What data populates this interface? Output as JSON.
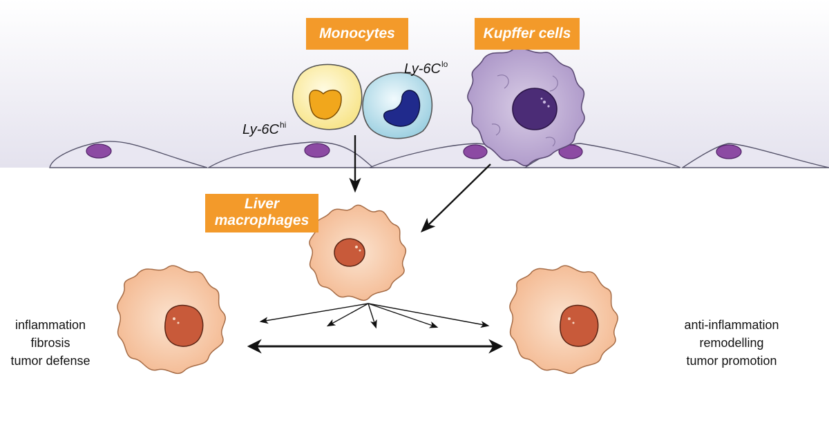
{
  "labels": {
    "monocytes": "Monocytes",
    "kupffer": "Kupffer cells",
    "liver_line1": "Liver",
    "liver_line2": "macrophages"
  },
  "subsets": {
    "hi_base": "Ly-6C",
    "hi_sup": "hi",
    "lo_base": "Ly-6C",
    "lo_sup": "lo"
  },
  "left_functions": [
    "inflammation",
    "fibrosis",
    "tumor defense"
  ],
  "right_functions": [
    "anti-inflammation",
    "remodelling",
    "tumor promotion"
  ],
  "colors": {
    "label_orange": "#f39a2a",
    "endothelium": "#e8e6f1",
    "endothelial_nucleus": "#8c4aa3",
    "kupffer_body": "#b9a6cf",
    "kupffer_nucleus": "#4b2c76",
    "macrophage_body": "#f6c7a5",
    "macrophage_nucleus": "#c85a3a",
    "monocyte_hi_body": "#fcefa9",
    "monocyte_hi_nucleus": "#f1a71c",
    "monocyte_lo_body": "#bfe3ee",
    "monocyte_lo_nucleus": "#202a8c"
  }
}
